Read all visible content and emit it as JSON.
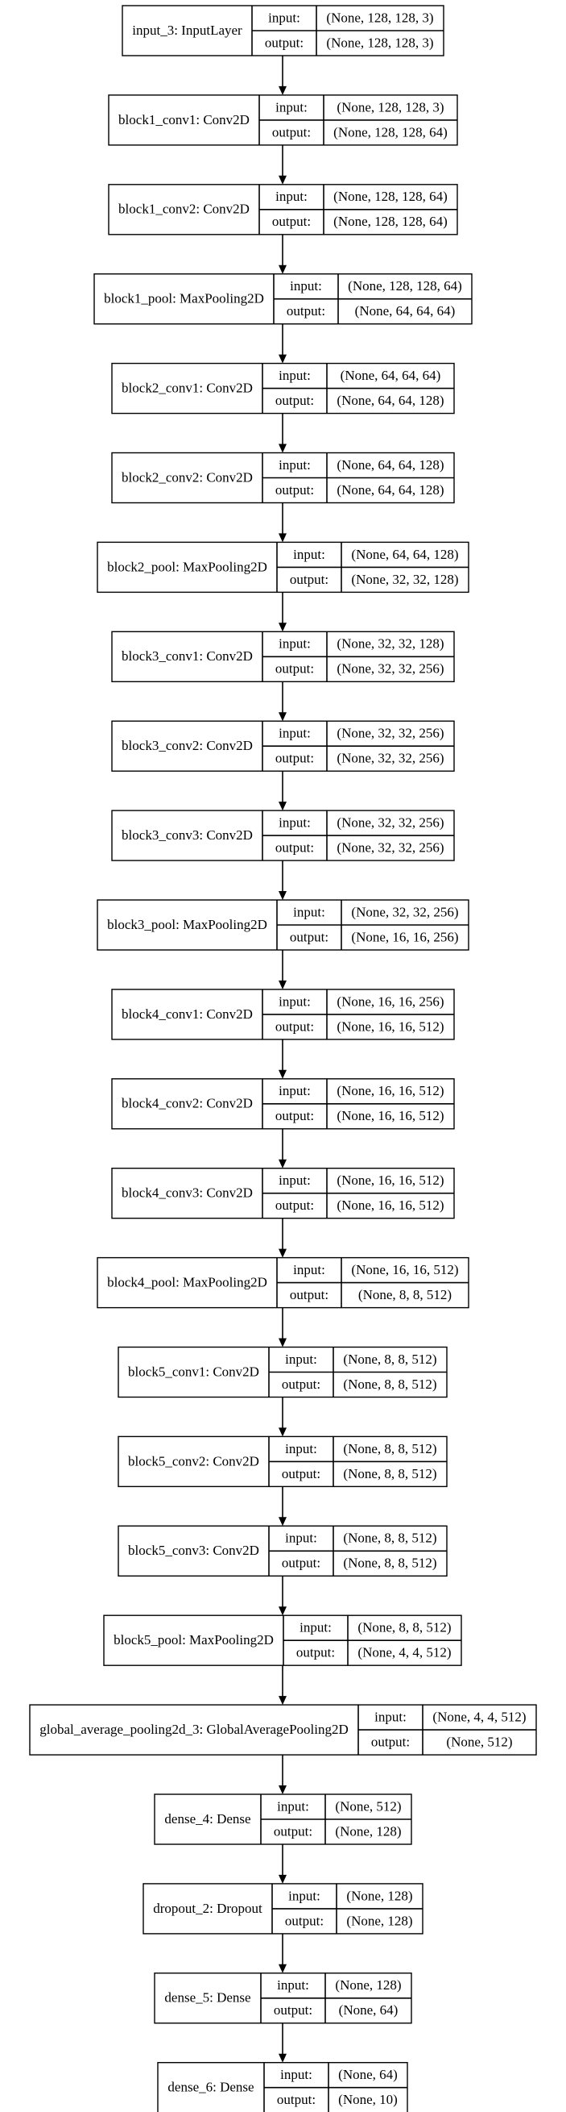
{
  "diagram": {
    "input_key": "input:",
    "output_key": "output:",
    "layers": [
      {
        "name": "input_3: InputLayer",
        "input": "(None, 128, 128, 3)",
        "output": "(None, 128, 128, 3)"
      },
      {
        "name": "block1_conv1: Conv2D",
        "input": "(None, 128, 128, 3)",
        "output": "(None, 128, 128, 64)"
      },
      {
        "name": "block1_conv2: Conv2D",
        "input": "(None, 128, 128, 64)",
        "output": "(None, 128, 128, 64)"
      },
      {
        "name": "block1_pool: MaxPooling2D",
        "input": "(None, 128, 128, 64)",
        "output": "(None, 64, 64, 64)"
      },
      {
        "name": "block2_conv1: Conv2D",
        "input": "(None, 64, 64, 64)",
        "output": "(None, 64, 64, 128)"
      },
      {
        "name": "block2_conv2: Conv2D",
        "input": "(None, 64, 64, 128)",
        "output": "(None, 64, 64, 128)"
      },
      {
        "name": "block2_pool: MaxPooling2D",
        "input": "(None, 64, 64, 128)",
        "output": "(None, 32, 32, 128)"
      },
      {
        "name": "block3_conv1: Conv2D",
        "input": "(None, 32, 32, 128)",
        "output": "(None, 32, 32, 256)"
      },
      {
        "name": "block3_conv2: Conv2D",
        "input": "(None, 32, 32, 256)",
        "output": "(None, 32, 32, 256)"
      },
      {
        "name": "block3_conv3: Conv2D",
        "input": "(None, 32, 32, 256)",
        "output": "(None, 32, 32, 256)"
      },
      {
        "name": "block3_pool: MaxPooling2D",
        "input": "(None, 32, 32, 256)",
        "output": "(None, 16, 16, 256)"
      },
      {
        "name": "block4_conv1: Conv2D",
        "input": "(None, 16, 16, 256)",
        "output": "(None, 16, 16, 512)"
      },
      {
        "name": "block4_conv2: Conv2D",
        "input": "(None, 16, 16, 512)",
        "output": "(None, 16, 16, 512)"
      },
      {
        "name": "block4_conv3: Conv2D",
        "input": "(None, 16, 16, 512)",
        "output": "(None, 16, 16, 512)"
      },
      {
        "name": "block4_pool: MaxPooling2D",
        "input": "(None, 16, 16, 512)",
        "output": "(None, 8, 8, 512)"
      },
      {
        "name": "block5_conv1: Conv2D",
        "input": "(None, 8, 8, 512)",
        "output": "(None, 8, 8, 512)"
      },
      {
        "name": "block5_conv2: Conv2D",
        "input": "(None, 8, 8, 512)",
        "output": "(None, 8, 8, 512)"
      },
      {
        "name": "block5_conv3: Conv2D",
        "input": "(None, 8, 8, 512)",
        "output": "(None, 8, 8, 512)"
      },
      {
        "name": "block5_pool: MaxPooling2D",
        "input": "(None, 8, 8, 512)",
        "output": "(None, 4, 4, 512)"
      },
      {
        "name": "global_average_pooling2d_3: GlobalAveragePooling2D",
        "input": "(None, 4, 4, 512)",
        "output": "(None, 512)"
      },
      {
        "name": "dense_4: Dense",
        "input": "(None, 512)",
        "output": "(None, 128)"
      },
      {
        "name": "dropout_2: Dropout",
        "input": "(None, 128)",
        "output": "(None, 128)"
      },
      {
        "name": "dense_5: Dense",
        "input": "(None, 128)",
        "output": "(None, 64)"
      },
      {
        "name": "dense_6: Dense",
        "input": "(None, 64)",
        "output": "(None, 10)"
      }
    ]
  }
}
